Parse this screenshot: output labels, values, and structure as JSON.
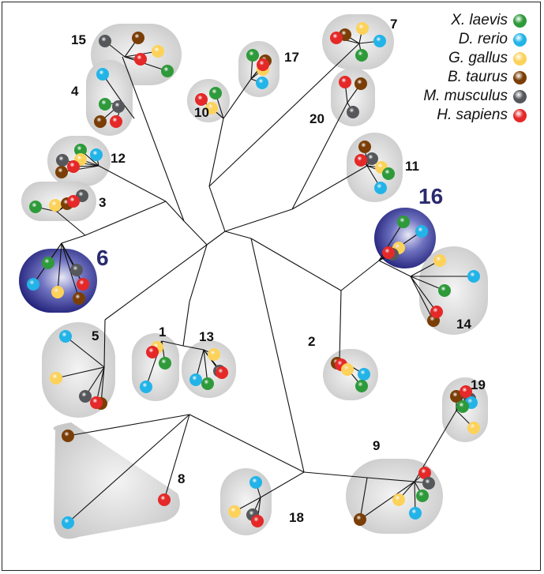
{
  "legend": [
    {
      "name": "X. laevis",
      "key": "xl",
      "color": "#2e9a3a"
    },
    {
      "name": "D. rerio",
      "key": "dr",
      "color": "#22b4e8"
    },
    {
      "name": "G. gallus",
      "key": "gg",
      "color": "#fcd25a"
    },
    {
      "name": "B. taurus",
      "key": "bt",
      "color": "#7a3e06"
    },
    {
      "name": "M. musculus",
      "key": "mm",
      "color": "#55575a"
    },
    {
      "name": "H. sapiens",
      "key": "hs",
      "color": "#e52828"
    }
  ],
  "clusters": [
    {
      "label": "15",
      "species": [
        "bt",
        "mm",
        "gg",
        "hs",
        "xl"
      ]
    },
    {
      "label": "4",
      "species": [
        "dr",
        "xl",
        "mm",
        "bt",
        "hs"
      ]
    },
    {
      "label": "17",
      "species": [
        "xl",
        "bt",
        "gg",
        "hs",
        "dr"
      ]
    },
    {
      "label": "10",
      "species": [
        "xl",
        "hs",
        "gg"
      ]
    },
    {
      "label": "7",
      "species": [
        "bt",
        "hs",
        "gg",
        "dr",
        "xl"
      ]
    },
    {
      "label": "20",
      "species": [
        "hs",
        "bt",
        "mm"
      ]
    },
    {
      "label": "12",
      "species": [
        "xl",
        "dr",
        "gg",
        "mm",
        "hs",
        "bt"
      ]
    },
    {
      "label": "3",
      "species": [
        "xl",
        "gg",
        "bt",
        "mm",
        "hs"
      ]
    },
    {
      "label": "6",
      "species": [
        "xl",
        "mm",
        "dr",
        "gg",
        "hs",
        "bt"
      ],
      "highlight": true
    },
    {
      "label": "11",
      "species": [
        "bt",
        "mm",
        "hs",
        "gg",
        "xl",
        "dr"
      ]
    },
    {
      "label": "16",
      "species": [
        "xl",
        "dr",
        "gg",
        "mm",
        "hs"
      ],
      "highlight": true
    },
    {
      "label": "14",
      "species": [
        "gg",
        "dr",
        "xl",
        "bt",
        "hs"
      ]
    },
    {
      "label": "5",
      "species": [
        "dr",
        "gg",
        "mm",
        "bt",
        "hs"
      ]
    },
    {
      "label": "1",
      "species": [
        "gg",
        "hs",
        "xl",
        "dr"
      ]
    },
    {
      "label": "13",
      "species": [
        "gg",
        "mm",
        "hs",
        "dr",
        "xl"
      ]
    },
    {
      "label": "2",
      "species": [
        "bt",
        "hs",
        "gg",
        "dr",
        "xl"
      ]
    },
    {
      "label": "19",
      "species": [
        "bt",
        "mm",
        "dr",
        "hs",
        "xl",
        "gg"
      ]
    },
    {
      "label": "9",
      "species": [
        "hs",
        "mm",
        "xl",
        "gg",
        "dr",
        "bt"
      ]
    },
    {
      "label": "8",
      "species": [
        "bt",
        "hs",
        "dr"
      ]
    },
    {
      "label": "18",
      "species": [
        "dr",
        "gg",
        "mm",
        "hs"
      ]
    }
  ]
}
